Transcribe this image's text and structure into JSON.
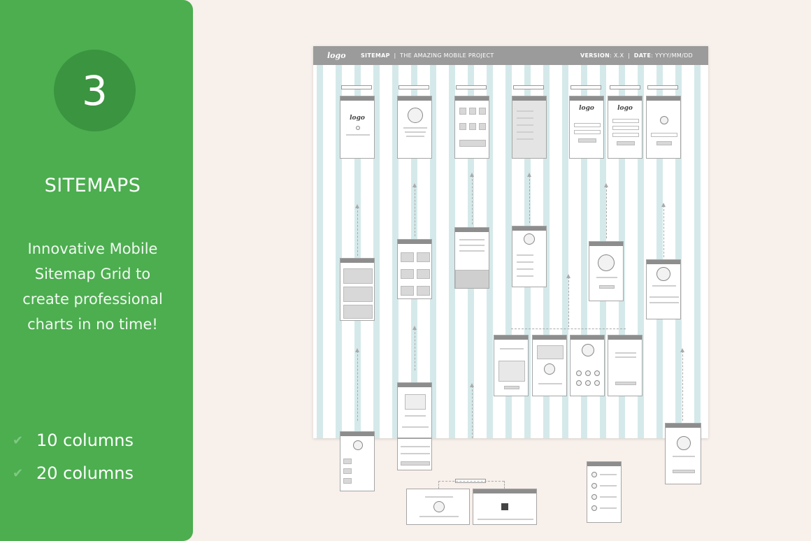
{
  "badge": {
    "number": "3"
  },
  "panel": {
    "title": "SITEMAPS",
    "description_lines": [
      "Innovative Mobile",
      "Sitemap Grid to",
      "create professional",
      "charts in no time!"
    ],
    "features": [
      "10 columns",
      "20 columns"
    ]
  },
  "board": {
    "logo": "logo",
    "title_bold": "SITEMAP",
    "title_rest": "THE AMAZING MOBILE PROJECT",
    "version_label": "VERSION",
    "version_value": "X.X",
    "date_label": "DATE",
    "date_value": "YYYY/MM/DD"
  },
  "colors": {
    "panel_green": "#4cae4f",
    "badge_green": "#3b943f",
    "background": "#f8f0eb",
    "grid_column": "#d5e9ea",
    "header_gray": "#9b9b9b"
  }
}
